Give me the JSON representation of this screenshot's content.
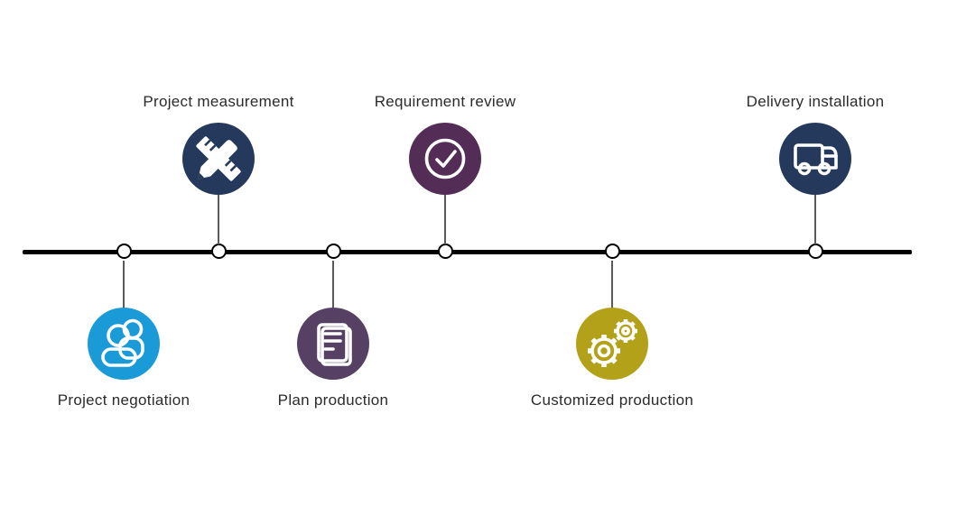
{
  "diagram": {
    "type": "process-timeline",
    "steps": [
      {
        "label": "Project negotiation",
        "position": "below",
        "color": "#1A9AD7",
        "icon": "people-icon"
      },
      {
        "label": "Project measurement",
        "position": "above",
        "color": "#24395B",
        "icon": "ruler-pencil-icon"
      },
      {
        "label": "Plan production",
        "position": "below",
        "color": "#564063",
        "icon": "document-icon"
      },
      {
        "label": "Requirement review",
        "position": "above",
        "color": "#542D57",
        "icon": "check-circle-icon"
      },
      {
        "label": "Customized production",
        "position": "below",
        "color": "#B3A119",
        "icon": "gears-icon"
      },
      {
        "label": "Delivery installation",
        "position": "above",
        "color": "#24395B",
        "icon": "truck-icon"
      }
    ],
    "colors": {
      "line": "#000000",
      "node_fill": "#FFFFFF",
      "node_border": "#000000",
      "icon_stroke": "#FFFFFF",
      "label_text": "#2B2B2B",
      "background": "#FFFFFF"
    }
  }
}
